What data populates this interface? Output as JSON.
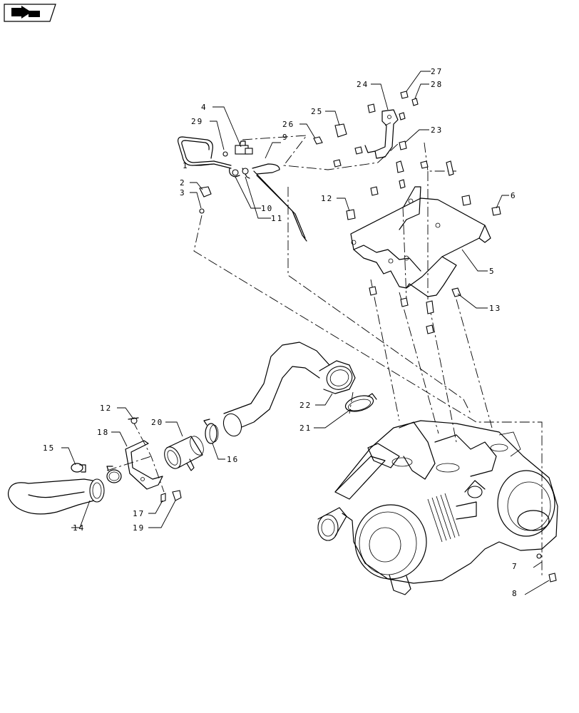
{
  "nav_icon": {
    "name": "page-nav-arrow-icon"
  },
  "callouts": [
    {
      "id": "c1",
      "label": "1"
    },
    {
      "id": "c2",
      "label": "2"
    },
    {
      "id": "c3",
      "label": "3"
    },
    {
      "id": "c4",
      "label": "4"
    },
    {
      "id": "c5",
      "label": "5"
    },
    {
      "id": "c6",
      "label": "6"
    },
    {
      "id": "c7",
      "label": "7"
    },
    {
      "id": "c8",
      "label": "8"
    },
    {
      "id": "c9",
      "label": "9"
    },
    {
      "id": "c10",
      "label": "10"
    },
    {
      "id": "c11",
      "label": "11"
    },
    {
      "id": "c12a",
      "label": "12"
    },
    {
      "id": "c12b",
      "label": "12"
    },
    {
      "id": "c13",
      "label": "13"
    },
    {
      "id": "c14",
      "label": "14"
    },
    {
      "id": "c15",
      "label": "15"
    },
    {
      "id": "c16",
      "label": "16"
    },
    {
      "id": "c17",
      "label": "17"
    },
    {
      "id": "c18",
      "label": "18"
    },
    {
      "id": "c19",
      "label": "19"
    },
    {
      "id": "c20",
      "label": "20"
    },
    {
      "id": "c21",
      "label": "21"
    },
    {
      "id": "c22",
      "label": "22"
    },
    {
      "id": "c23",
      "label": "23"
    },
    {
      "id": "c24",
      "label": "24"
    },
    {
      "id": "c25",
      "label": "25"
    },
    {
      "id": "c26",
      "label": "26"
    },
    {
      "id": "c27",
      "label": "27"
    },
    {
      "id": "c28",
      "label": "28"
    },
    {
      "id": "c29",
      "label": "29"
    }
  ]
}
